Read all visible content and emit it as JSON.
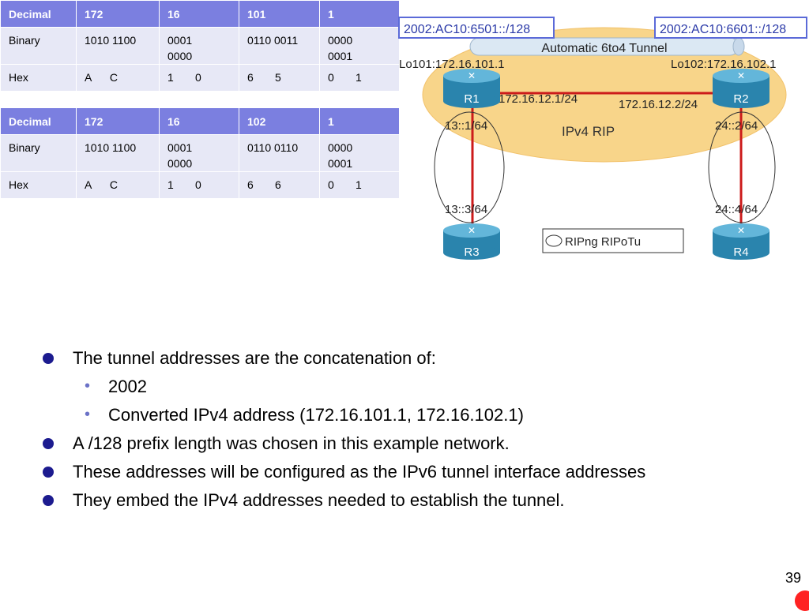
{
  "tables": [
    {
      "header": [
        "Decimal",
        "172",
        "16",
        "101",
        "1"
      ],
      "binary": [
        "Binary",
        "1010 1100",
        [
          "0001",
          "0000"
        ],
        "0110 0011",
        [
          "0000",
          "0001"
        ]
      ],
      "hex": [
        "Hex",
        "A      C",
        "1       0",
        "6       5",
        "0       1"
      ]
    },
    {
      "header": [
        "Decimal",
        "172",
        "16",
        "102",
        "1"
      ],
      "binary": [
        "Binary",
        "1010 1100",
        [
          "0001",
          "0000"
        ],
        "0110 0110",
        [
          "0000",
          "0001"
        ]
      ],
      "hex": [
        "Hex",
        "A      C",
        "1       0",
        "6       6",
        "0       1"
      ]
    }
  ],
  "diagram": {
    "tunnel_addr_left": "2002:AC10:6501::/128",
    "tunnel_addr_right": "2002:AC10:6601::/128",
    "tunnel_label": "Automatic 6to4 Tunnel",
    "lo101": "Lo101:172.16.101.1",
    "lo102": "Lo102:172.16.102.1",
    "r1": "R1",
    "r2": "R2",
    "r3": "R3",
    "r4": "R4",
    "r1_ip": "172.16.12.1/24",
    "r2_ip": "172.16.12.2/24",
    "ipv4_rip": "IPv4 RIP",
    "r1_v6": "13::1/64",
    "r3_v6": "13::3/64",
    "r2_v6": "24::2/64",
    "r4_v6": "24::4/64",
    "legend": "RIPng RIPoTu"
  },
  "bullets": [
    {
      "level": 1,
      "text": "The tunnel addresses are the concatenation of:"
    },
    {
      "level": 2,
      "text": "2002"
    },
    {
      "level": 2,
      "text": "Converted IPv4 address (172.16.101.1, 172.16.102.1)"
    },
    {
      "level": 1,
      "text": "A /128 prefix length was chosen in this example network."
    },
    {
      "level": 1,
      "text": "These addresses will be configured as the IPv6 tunnel interface addresses"
    },
    {
      "level": 1,
      "text": "They embed the IPv4 addresses needed to establish the tunnel."
    }
  ],
  "page_number": "39",
  "colors": {
    "table_header": "#7b7fe0",
    "table_row": "#e7e8f6",
    "rip_area": "#f8d58a",
    "router": "#2f8fb8",
    "link": "#cc1b1b",
    "bullet": "#1c1b8f",
    "sub_bullet": "#6b72c7"
  }
}
